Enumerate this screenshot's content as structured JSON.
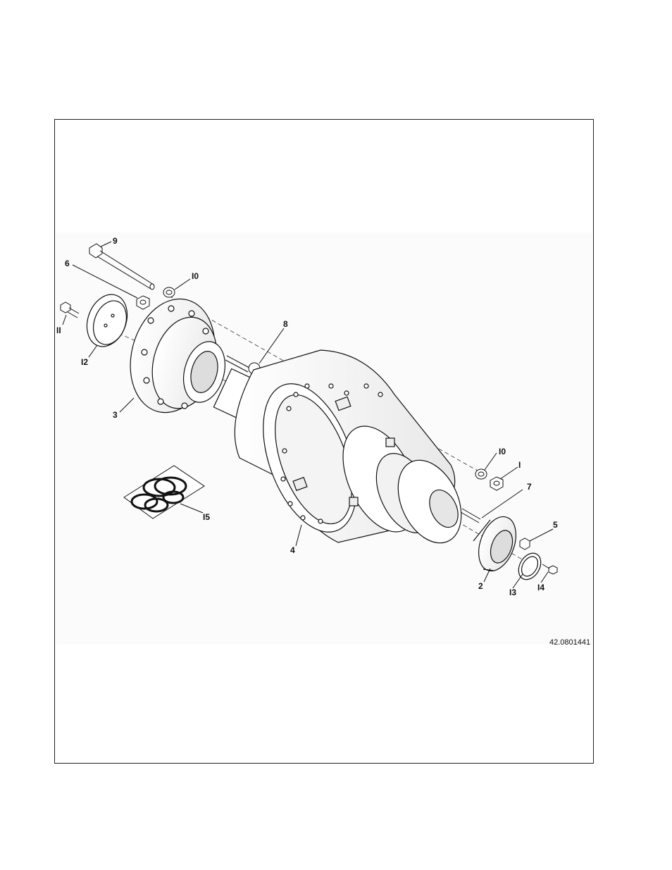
{
  "figure": {
    "figure_id": "42.0801441",
    "callouts": {
      "c1": "I",
      "c2": "2",
      "c3": "3",
      "c4": "4",
      "c5": "5",
      "c6": "6",
      "c7": "7",
      "c8": "8",
      "c9": "9",
      "c10a": "I0",
      "c10b": "I0",
      "c11": "II",
      "c12": "I2",
      "c13": "I3",
      "c14": "I4",
      "c15": "I5"
    }
  }
}
